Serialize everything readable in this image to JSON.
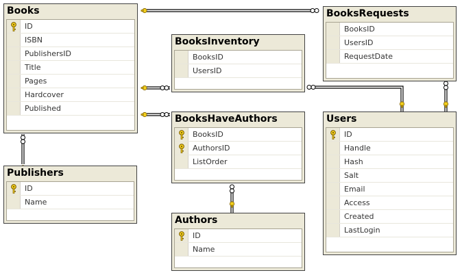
{
  "tables": {
    "books": {
      "name": "Books",
      "columns": [
        "ID",
        "ISBN",
        "PublishersID",
        "Title",
        "Pages",
        "Hardcover",
        "Published"
      ]
    },
    "books_requests": {
      "name": "BooksRequests",
      "columns": [
        "BooksID",
        "UsersID",
        "RequestDate"
      ]
    },
    "books_inventory": {
      "name": "BooksInventory",
      "columns": [
        "BooksID",
        "UsersID"
      ]
    },
    "books_have_authors": {
      "name": "BooksHaveAuthors",
      "columns": [
        "BooksID",
        "AuthorsID",
        "ListOrder"
      ]
    },
    "users": {
      "name": "Users",
      "columns": [
        "ID",
        "Handle",
        "Hash",
        "Salt",
        "Email",
        "Access",
        "Created",
        "LastLogin"
      ]
    },
    "publishers": {
      "name": "Publishers",
      "columns": [
        "ID",
        "Name"
      ]
    },
    "authors": {
      "name": "Authors",
      "columns": [
        "ID",
        "Name"
      ]
    }
  },
  "primary_keys": {
    "books": [
      "ID"
    ],
    "books_have_authors": [
      "BooksID",
      "AuthorsID"
    ],
    "users": [
      "ID"
    ],
    "publishers": [
      "ID"
    ],
    "authors": [
      "ID"
    ]
  },
  "relationships": [
    {
      "from": "Books",
      "to": "BooksRequests"
    },
    {
      "from": "Books",
      "to": "BooksInventory"
    },
    {
      "from": "Books",
      "to": "BooksHaveAuthors"
    },
    {
      "from": "Books",
      "to": "Publishers"
    },
    {
      "from": "Authors",
      "to": "BooksHaveAuthors"
    },
    {
      "from": "Users",
      "to": "BooksInventory"
    },
    {
      "from": "Users",
      "to": "BooksRequests"
    }
  ],
  "colors": {
    "table_bg": "#ece9d8",
    "border": "#404040",
    "key_gold": "#e8c21a",
    "line": "#000000"
  }
}
